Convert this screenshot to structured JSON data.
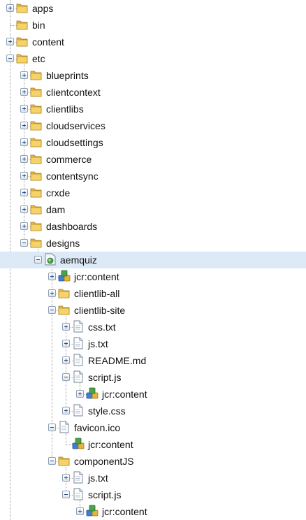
{
  "tree": [
    {
      "label": "apps",
      "icon": "folder",
      "depth": 0,
      "toggle": "plus"
    },
    {
      "label": "bin",
      "icon": "folder",
      "depth": 0,
      "toggle": "none"
    },
    {
      "label": "content",
      "icon": "folder",
      "depth": 0,
      "toggle": "plus"
    },
    {
      "label": "etc",
      "icon": "folder",
      "depth": 0,
      "toggle": "minus"
    },
    {
      "label": "blueprints",
      "icon": "folder",
      "depth": 1,
      "toggle": "plus"
    },
    {
      "label": "clientcontext",
      "icon": "folder",
      "depth": 1,
      "toggle": "plus"
    },
    {
      "label": "clientlibs",
      "icon": "folder",
      "depth": 1,
      "toggle": "plus"
    },
    {
      "label": "cloudservices",
      "icon": "folder",
      "depth": 1,
      "toggle": "plus"
    },
    {
      "label": "cloudsettings",
      "icon": "folder",
      "depth": 1,
      "toggle": "plus"
    },
    {
      "label": "commerce",
      "icon": "folder",
      "depth": 1,
      "toggle": "plus"
    },
    {
      "label": "contentsync",
      "icon": "folder",
      "depth": 1,
      "toggle": "plus"
    },
    {
      "label": "crxde",
      "icon": "folder",
      "depth": 1,
      "toggle": "plus"
    },
    {
      "label": "dam",
      "icon": "folder",
      "depth": 1,
      "toggle": "plus"
    },
    {
      "label": "dashboards",
      "icon": "folder",
      "depth": 1,
      "toggle": "plus"
    },
    {
      "label": "designs",
      "icon": "folder",
      "depth": 1,
      "toggle": "minus"
    },
    {
      "label": "aemquiz",
      "icon": "page",
      "depth": 2,
      "toggle": "minus",
      "selected": true
    },
    {
      "label": "jcr:content",
      "icon": "jcr",
      "depth": 3,
      "toggle": "plus"
    },
    {
      "label": "clientlib-all",
      "icon": "folder",
      "depth": 3,
      "toggle": "plus"
    },
    {
      "label": "clientlib-site",
      "icon": "folder",
      "depth": 3,
      "toggle": "minus"
    },
    {
      "label": "css.txt",
      "icon": "file",
      "depth": 4,
      "toggle": "plus"
    },
    {
      "label": "js.txt",
      "icon": "file",
      "depth": 4,
      "toggle": "plus"
    },
    {
      "label": "README.md",
      "icon": "file",
      "depth": 4,
      "toggle": "plus"
    },
    {
      "label": "script.js",
      "icon": "file",
      "depth": 4,
      "toggle": "minus"
    },
    {
      "label": "jcr:content",
      "icon": "jcr",
      "depth": 5,
      "toggle": "plus"
    },
    {
      "label": "style.css",
      "icon": "file",
      "depth": 4,
      "toggle": "plus"
    },
    {
      "label": "favicon.ico",
      "icon": "file",
      "depth": 3,
      "toggle": "minus"
    },
    {
      "label": "jcr:content",
      "icon": "jcr",
      "depth": 4,
      "toggle": "none"
    },
    {
      "label": "componentJS",
      "icon": "folder",
      "depth": 3,
      "toggle": "minus"
    },
    {
      "label": "js.txt",
      "icon": "file",
      "depth": 4,
      "toggle": "plus"
    },
    {
      "label": "script.js",
      "icon": "file",
      "depth": 4,
      "toggle": "minus"
    },
    {
      "label": "jcr:content",
      "icon": "jcr",
      "depth": 5,
      "toggle": "plus"
    }
  ],
  "colors": {
    "selection": "#dce9f6",
    "folder": "#f2c94c",
    "tree_line": "#a0a0a0"
  }
}
